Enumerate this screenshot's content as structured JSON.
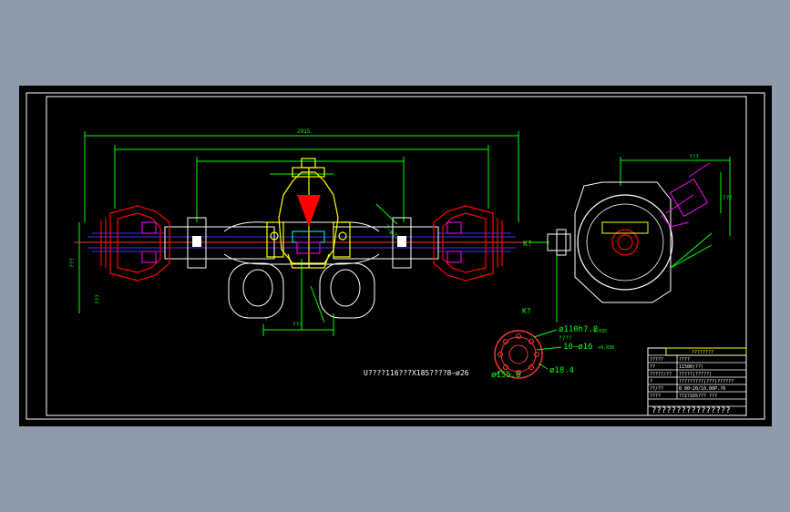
{
  "drawing": {
    "overall_dim": "2915",
    "kit_label": "K?",
    "section_label": "K?",
    "side_label_left": "???",
    "vert_dim_a": "???",
    "vert_dim_b": "???",
    "bolt_note": "U????116???X185????8—ø26",
    "diag_label_1": "?—ø??",
    "diag_label_2": "?",
    "right_dim": "???",
    "bottom_dim": "???"
  },
  "section_k": {
    "d1": "ø110h7.8",
    "d1_tol": "0.035",
    "d1_note": "????",
    "d2": "10—ø16",
    "d2_tol": "+0.038",
    "d3": "ø155.8",
    "d4": "ø18.4"
  },
  "title_block": {
    "header": "????????",
    "rows": [
      {
        "label": "?????",
        "value": "????"
      },
      {
        "label": "??",
        "value": "11500(??)"
      },
      {
        "label": "?????/??",
        "value": "?????(?????)"
      },
      {
        "label": "?",
        "value": "?????????(???)??????"
      },
      {
        "label": "??/??",
        "value": "B 00~20/10.00P.?0"
      },
      {
        "label": "????",
        "value": "??2?165??? ???"
      }
    ],
    "footer": "????????????????"
  },
  "colors": {
    "frame": "#ffffff",
    "dimension": "#00ff00",
    "axle": "#ffffff",
    "hub": "#ff0000",
    "shaft": "#3333ff",
    "differential": "#ffff00",
    "brake": "#ff00ff",
    "text": "#ffffff"
  }
}
